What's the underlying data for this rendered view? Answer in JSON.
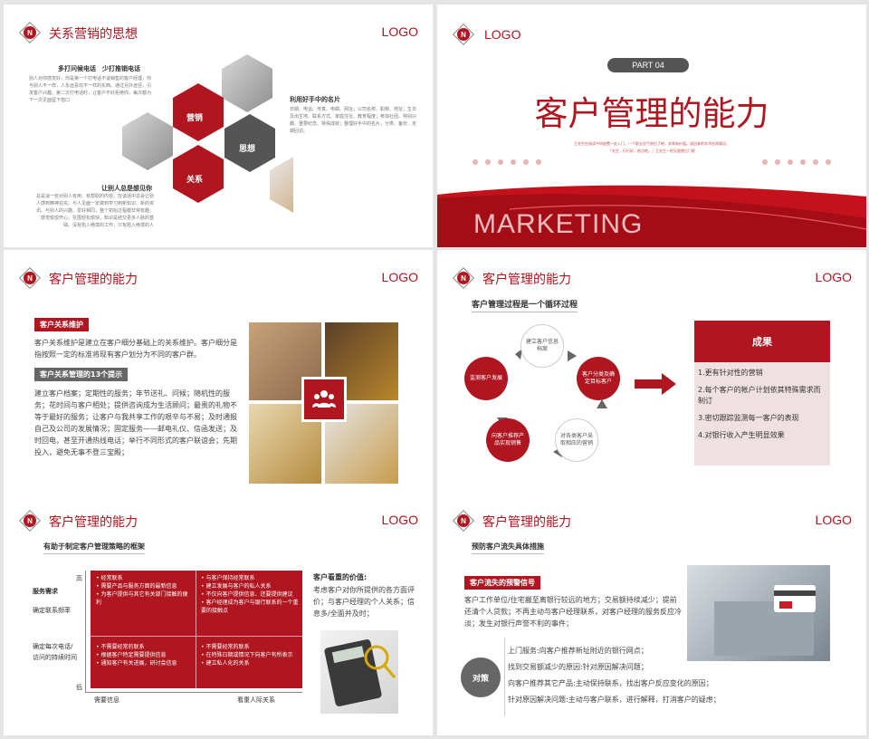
{
  "header": {
    "logo_text": "LOGO"
  },
  "s1": {
    "title": "关系营销的思想",
    "block1_heading": "多打问候电话　少打推销电话",
    "block1_text": "别人对你感觉好，你是第一个打电话不谈销售的客户经理，你与别人不一样，人永远喜欢不一样的东西。通过另外途径，引发客户兴趣。第二次打电话时，让客户不好拒绝你，每次都为下一次见面留下借口",
    "block2_heading": "利用好手中的名片",
    "block2_text": "日期、电话、传真、电邮、网址；公司名称、职称、地址；生日及出生地、联系方式、家庭住址、教育程度；参加社团、特别兴趣、重要纪念、特殊成就；整理好手中的名片，分类、备份、定期回访。",
    "block3_heading": "让别人总是想见你",
    "block3_text": "总是谈一些对别人有用、有帮助的内容。在谈话中总会让别人感到精神充实。与人见面一定做到学习到新知识、新的资讯。与别人的兴趣、爱好相同，整个初始过程都非常有趣，感觉愉悦开心，氛围轻松愉快。知识是结交更多人脉的基础。没有陷入绝境的工作，只有陷入绝境的人",
    "hex_marketing": "营销",
    "hex_thinking": "思想",
    "hex_relation": "关系"
  },
  "s2": {
    "part": "PART 04",
    "title": "客户管理的能力",
    "sub1": "王先生在阅读中间放置一处入门，一个职业员气突后了吧，非常有价值。该回来的学术在网情况。",
    "sub2": "「先生，行行好，他点吧。」王先生一把无瓶便后门呢",
    "banner": "MARKETING"
  },
  "s3": {
    "title": "客户管理的能力",
    "tag1": "客户关系维护",
    "text1": "客户关系维护是建立在客户细分基础上的关系维护。客户细分是指按照一定的标准将现有客户划分为不同的客户群。",
    "tag2": "客户关系管理的13个提示",
    "text2": "建立客户档案；定期性的服务；年节送礼、问候；随机性的服务；花时间与客户相处；提供咨询成为生活顾问；最贵的礼物不等于最好的服务；让客户与我共享工作的艰辛与不易；及时通报自己及公司的发展情况；固定服务——邮电礼仪、信函发送；及时回电，甚至开通热线电话；举行不同形式的客户联谊会；先期投入，避免无事不登三宝殿；"
  },
  "s4": {
    "title": "客户管理的能力",
    "process_title": "客户管理过程是一个循环过程",
    "nodes": [
      "建立客户信息档案",
      "客户分类及确定目标客户",
      "对各类客户采取相应的营销",
      "向客户推荐产品实现销售",
      "监测客户发展"
    ],
    "result_title": "成果",
    "results": [
      "1.更有针对性的营销",
      "2.每个客户的帐户计划依其特殊需求而制订",
      "3.密切跟踪监测每一客户的表现",
      "4.对银行收入产生明显效果"
    ]
  },
  "s5": {
    "title": "客户管理的能力",
    "framework_title": "有助于制定客户管理策略的框架",
    "axis_high": "高",
    "axis_low": "低",
    "row_labels": [
      "服务需求",
      "确定联系频率",
      "确定每次电话/访问的持续时间"
    ],
    "x_label1": "需要信息",
    "x_label2": "看重人际关系",
    "q1": [
      "• 经常联系",
      "• 需要产品与服务方面的最新信息",
      "• 为客户提供与其它有关部门接触的便利"
    ],
    "q2": [
      "• 与客户保持经常联系",
      "• 建立发展与客户的私人关系",
      "• 不仅向客户提供信息、还要提供建议",
      "• 客户经理成为客户与银行联系的一个重要的接触点"
    ],
    "q3": [
      "• 不需要经常的联系",
      "• 根据客户特定需要提供信息",
      "• 通知客户有关进展，研讨会信息"
    ],
    "q4": [
      "• 不需要经常的联系",
      "• 在特殊日期或情况下向客户有所表示",
      "• 建立私人化的关系"
    ],
    "value_heading": "客户看重的价值:",
    "value_text": "考虑客户对你所提供的各方面评价；与客户经理的个人关系；信息多/全面并及时；"
  },
  "s6": {
    "title": "客户管理的能力",
    "section_title": "预防客户流失具体措施",
    "tag": "客户流失的预警信号",
    "warning_text": "客户工作单位/住宅搬至离银行较远的地方；交易额持续减少；提前还清个人贷款；不再主动与客户经理联系，对客户经理的服务反应冷淡；发生对银行声誉不利的事件；",
    "strategy_label": "对策",
    "strategies": [
      "上门服务:向客户推荐新址附近的银行网点；",
      "找到交易额减少的原因:针对原因解决问题；",
      "向客户推荐其它产品:主动保持联系，找出客户反应变化的原因；",
      "针对原因解决问题:主动与客户联系，进行解释，打消客户的疑虑；"
    ]
  }
}
